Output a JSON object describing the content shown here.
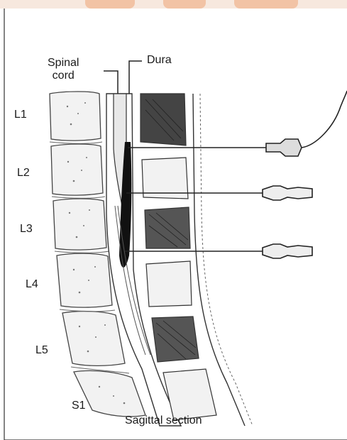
{
  "diagram": {
    "labels": {
      "spinal_cord": [
        "Spinal",
        "cord"
      ],
      "dura": "Dura",
      "caption": "Sagittal section"
    },
    "vertebrae": [
      "L1",
      "L2",
      "L3",
      "L4",
      "L5",
      "S1"
    ]
  },
  "colors": {
    "ink": "#1a1a1a",
    "bone": "#f1f1f1",
    "csf": "#101010",
    "top_band": "#f2c3a5"
  }
}
